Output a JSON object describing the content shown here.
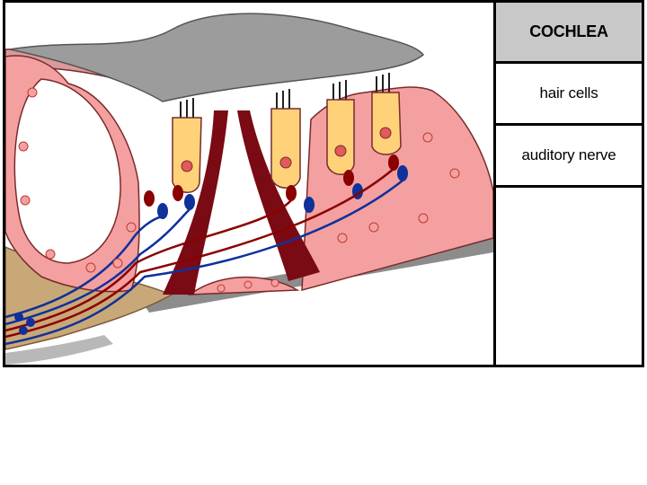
{
  "panel": {
    "title": "COCHLEA",
    "items": [
      {
        "label": "hair cells"
      },
      {
        "label": "auditory nerve"
      }
    ]
  },
  "colors": {
    "title_bg": "#c8c8c8",
    "tissue_pink": "#f4a0a0",
    "tissue_outline": "#7a2a2a",
    "hair_cell": "#ffd27a",
    "tectorial_membrane": "#9c9c9c",
    "pillar_cells": "#7a0a14",
    "nerve_red": "#8b0000",
    "nerve_blue": "#10309a",
    "bone": "#c9a878"
  }
}
